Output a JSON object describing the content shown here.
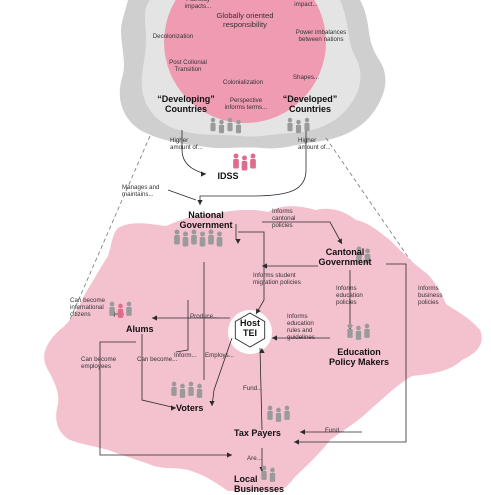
{
  "colors": {
    "pink_fill": "#f4c2cf",
    "pink_circle": "#ef9cb3",
    "pink_person": "#e06c8c",
    "grey_outer": "#cfcfcf",
    "grey_inner": "#e4e4e4",
    "grey_person": "#9a9a9a",
    "line": "#2a2a2a"
  },
  "global": {
    "globally_oriented_responsibility": "Globally oriented\nresponsibility",
    "pathway_impacts": "Pathway\nimpacts...",
    "impact": "impact...",
    "decolonization": "Decolonization",
    "power_imbalances": "Power imbalances\nbetween nations",
    "post_colonial_transition": "Post Collonial\nTransition",
    "shapes": "Shapes...",
    "colonialization": "Colonialization",
    "developing_countries": "“Developing”\nCountries",
    "developed_countries": "“Developed”\nCountries",
    "perspective_informs_terms": "Perspective\ninforms terms..."
  },
  "links": {
    "higher_amount_left": "Higher\namount of...",
    "higher_amount_right": "Higher\namount of...",
    "idss": "IDSS",
    "manages_and_maintains": "Manages and\nmaintains..."
  },
  "swiss": {
    "national_government": "National\nGovernment",
    "informs_cantonal_policies": "Informs\ncantonal\npolicies",
    "cantonal_government": "Cantonal\nGovernment",
    "informs_student_migration": "Informs student\nmigration policies",
    "informs_education_policies": "Informs\neducation\npolicies",
    "informs_business_policies": "Informs\nbusiness\npolicies",
    "can_become_international": "Can become\ninternational\ncitizens",
    "produce": "Produce...",
    "host_tei": "Host\nTEI",
    "informs_education_rules": "Informs\neducation\nrules and\nguidelines",
    "alums": "Alums",
    "can_become_employees": "Can become\nemployees",
    "can_become": "Can become...",
    "inform": "Inform...",
    "employs": "Employs...",
    "education_policy_makers": "Education\nPolicy Makers",
    "fund_1": "Fund...",
    "voters": "Voters",
    "tax_payers": "Tax Payers",
    "fund_2": "Fund...",
    "are": "Are...",
    "local_businesses": "Local\nBusinesses"
  }
}
